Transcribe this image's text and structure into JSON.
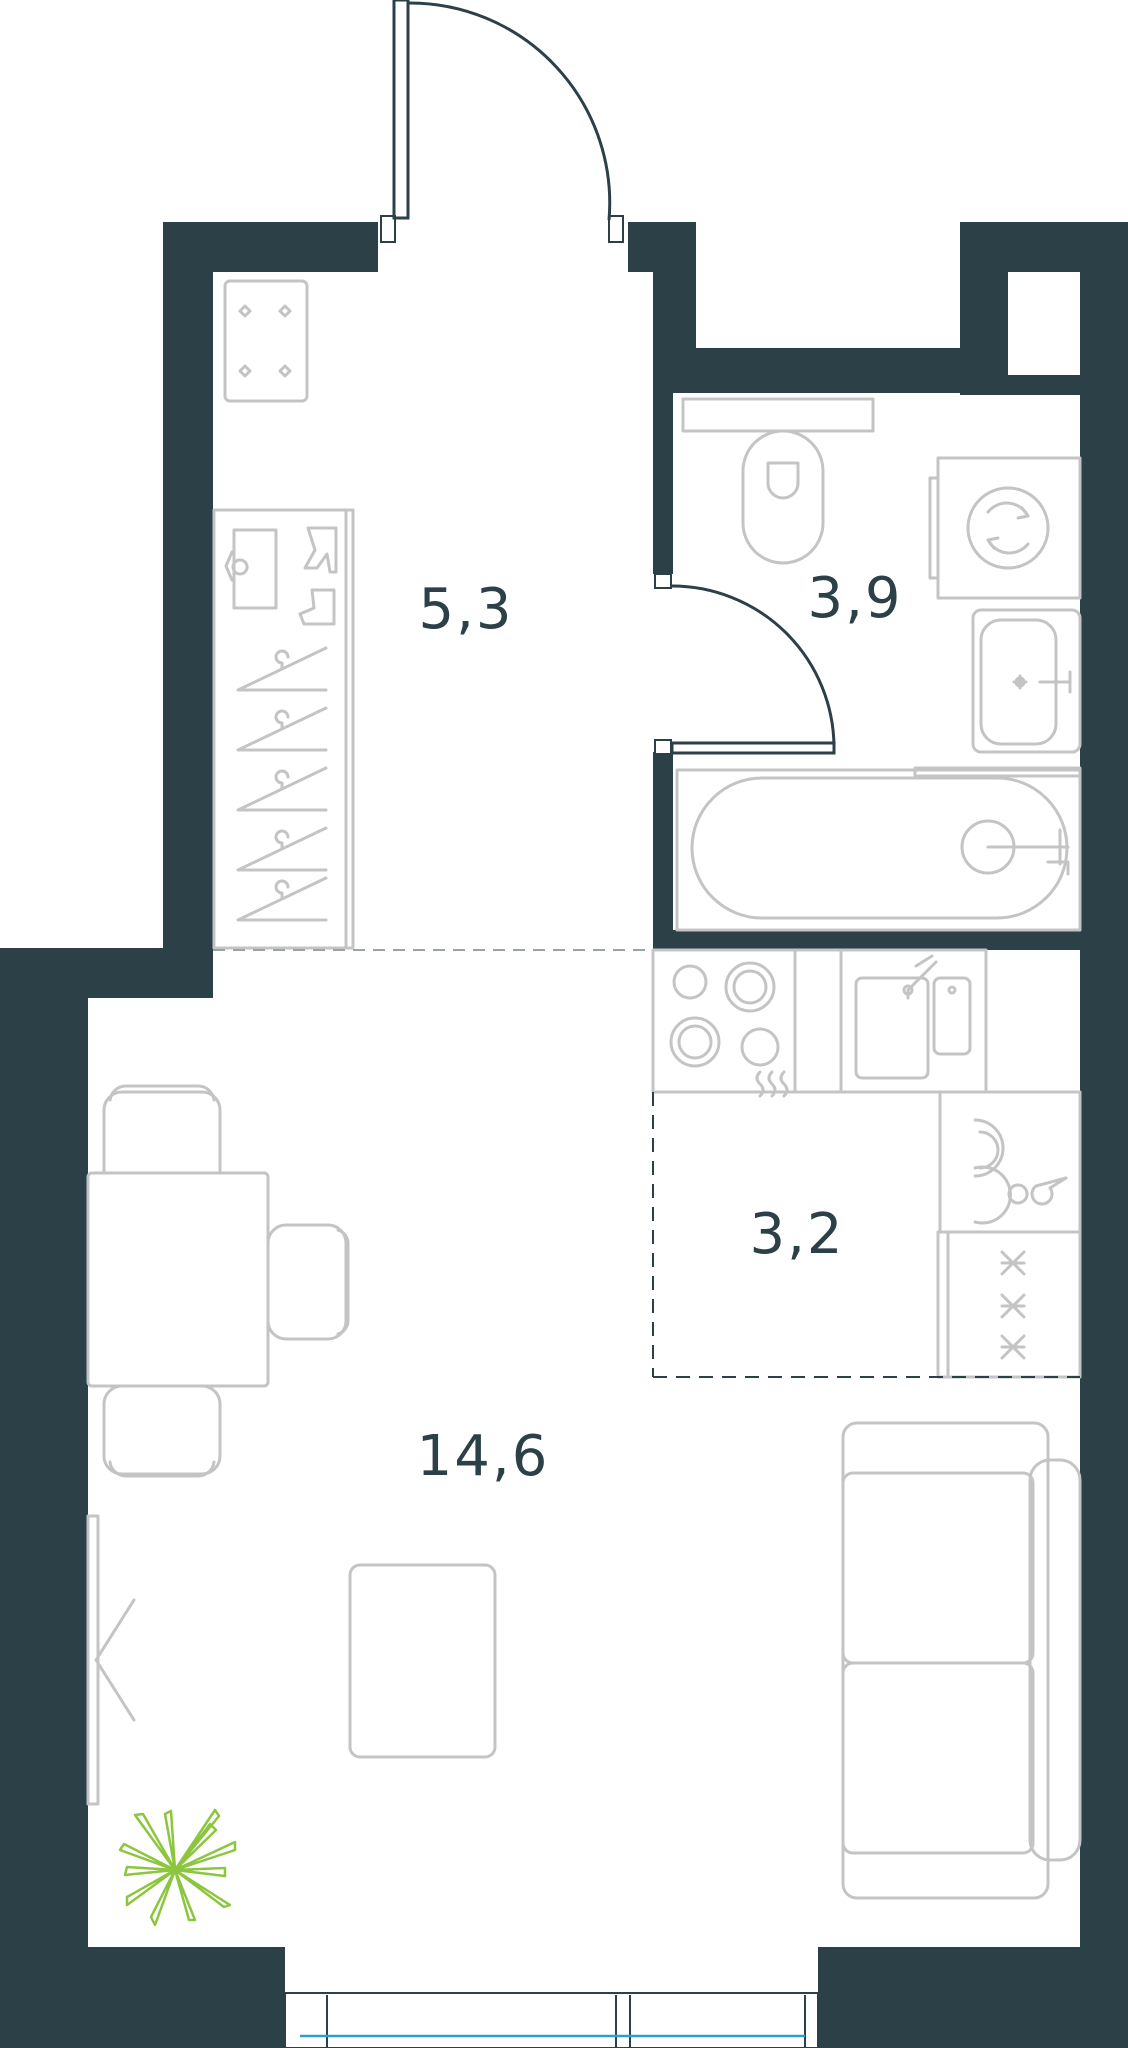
{
  "rooms": {
    "hallway": {
      "area": "5,3"
    },
    "bathroom": {
      "area": "3,9"
    },
    "kitchen": {
      "area": "3,2"
    },
    "living_room": {
      "area": "14,6"
    }
  },
  "colors": {
    "wall": "#2c4047",
    "furniture": "#c4c4c4",
    "plant": "#8cc63f",
    "window_glass": "#2a9fd6"
  },
  "icons": [
    "door-swing-icon",
    "toilet-icon",
    "washing-machine-icon",
    "sink-icon",
    "bathtub-icon",
    "stove-icon",
    "kitchen-sink-icon",
    "dishes-icon",
    "snowflake-icon",
    "plant-icon"
  ]
}
